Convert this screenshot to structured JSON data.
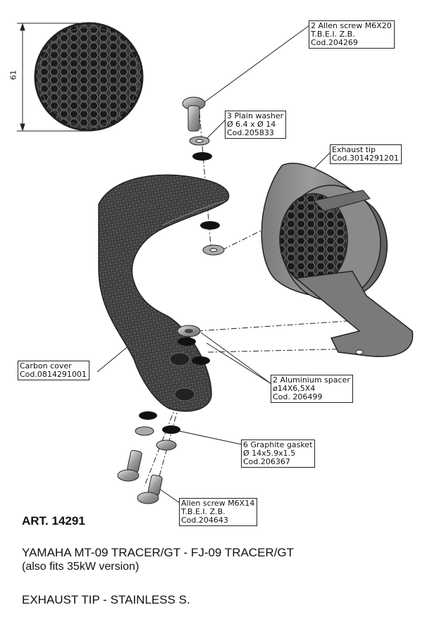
{
  "dimension": {
    "diameter": "61"
  },
  "callouts": {
    "allen_m6x20": {
      "line1": "2 Allen screw M6X20",
      "line2": "T.B.E.I. Z.B.",
      "line3": "Cod.204269"
    },
    "plain_washer": {
      "line1": "3 Plain washer",
      "line2": "Ø 6.4 x Ø 14",
      "line3": "Cod.205833"
    },
    "exhaust_tip": {
      "line1": "Exhaust tip",
      "line2": "Cod.3014291201"
    },
    "carbon_cover": {
      "line1": "Carbon cover",
      "line2": "Cod.0814291001"
    },
    "aluminium_spacer": {
      "line1": "2 Aluminium spacer",
      "line2": "ø14X6,5X4",
      "line3": "Cod. 206499"
    },
    "graphite_gasket": {
      "line1": "6 Graphite gasket",
      "line2": "Ø 14x5.9x1.5",
      "line3": "Cod.206367"
    },
    "allen_m6x14": {
      "line1": "Allen screw M6X14",
      "line2": "T.B.E.I. Z.B.",
      "line3": "Cod.204643"
    }
  },
  "product": {
    "article": "ART. 14291",
    "model": "YAMAHA MT-09 TRACER/GT - FJ-09 TRACER/GT",
    "compat": "(also fits 35kW version)",
    "description": "EXHAUST TIP - STAINLESS S."
  }
}
